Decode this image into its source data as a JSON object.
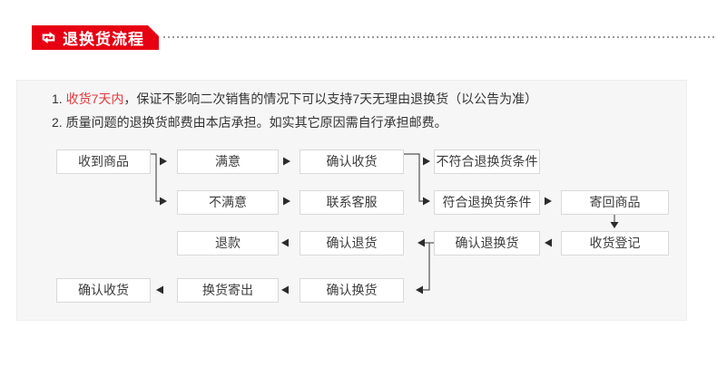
{
  "header": {
    "badge_label": "退换货流程",
    "badge_color": "#e60012",
    "icon": "exchange-arrows-icon"
  },
  "notes": [
    {
      "prefix": "1.",
      "highlight": "收货7天内",
      "rest": "，保证不影响二次销售的情况下可以支持7天无理由退换货（以公告为准）"
    },
    {
      "prefix": "2.",
      "text": "质量问题的退换货邮费由本店承担。如实其它原因需自行承担邮费。"
    }
  ],
  "flow": {
    "boxes": [
      {
        "label": "收到商品"
      },
      {
        "label": "满意"
      },
      {
        "label": "确认收货"
      },
      {
        "label": "不符合退换货条件"
      },
      {
        "label": "不满意"
      },
      {
        "label": "联系客服"
      },
      {
        "label": "符合退换货条件"
      },
      {
        "label": "寄回商品"
      },
      {
        "label": "退款"
      },
      {
        "label": "确认退货"
      },
      {
        "label": "确认退换货"
      },
      {
        "label": "收货登记"
      },
      {
        "label": "确认收货"
      },
      {
        "label": "换货寄出"
      },
      {
        "label": "确认换货"
      }
    ],
    "edges": [
      {
        "from": "收到商品",
        "to": "满意"
      },
      {
        "from": "收到商品",
        "to": "不满意"
      },
      {
        "from": "满意",
        "to": "确认收货"
      },
      {
        "from": "确认收货",
        "to": "不符合退换货条件"
      },
      {
        "from": "确认收货",
        "to": "符合退换货条件"
      },
      {
        "from": "不满意",
        "to": "联系客服"
      },
      {
        "from": "联系客服",
        "to": "符合退换货条件"
      },
      {
        "from": "符合退换货条件",
        "to": "寄回商品"
      },
      {
        "from": "寄回商品",
        "to": "收货登记"
      },
      {
        "from": "收货登记",
        "to": "确认退换货"
      },
      {
        "from": "确认退换货",
        "to": "确认退货"
      },
      {
        "from": "确认退货",
        "to": "退款"
      },
      {
        "from": "确认退换货",
        "to": "确认换货"
      },
      {
        "from": "确认换货",
        "to": "换货寄出"
      },
      {
        "from": "换货寄出",
        "to": "确认收货"
      }
    ]
  },
  "colors": {
    "badge_red": "#e60012",
    "note_red": "#e4393c",
    "panel_bg": "#f6f6f6",
    "box_border": "#d9d9d9",
    "text": "#333333",
    "arrow": "#2b2b2b"
  }
}
